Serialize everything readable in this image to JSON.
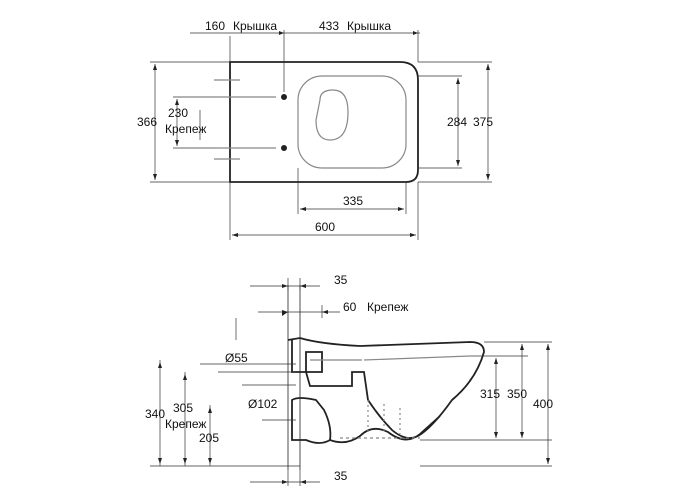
{
  "top_view": {
    "lid_left_value": "160",
    "lid_left_label": "Крышка",
    "lid_right_value": "433",
    "lid_right_label": "Крышка",
    "left_depth": "366",
    "mount_spacing": "230",
    "mount_label": "Крепеж",
    "right_inner": "284",
    "right_outer": "375",
    "bowl_length": "335",
    "total_length": "600"
  },
  "side_view": {
    "top_offset": "35",
    "mount_offset": "60",
    "mount_label": "Крепеж",
    "pipe_small": "Ø55",
    "pipe_large": "Ø102",
    "left_340": "340",
    "left_305": "305",
    "left_mount_label": "Крепеж",
    "left_205": "205",
    "right_315": "315",
    "right_350": "350",
    "right_400": "400",
    "bottom_offset": "35"
  }
}
